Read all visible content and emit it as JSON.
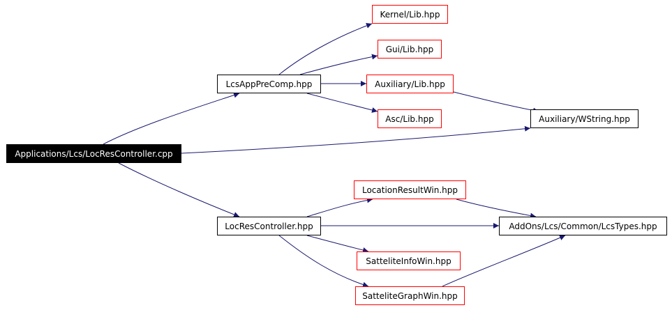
{
  "colors": {
    "edge": "#191970",
    "border_documented": "#000000",
    "border_undocumented": "#ff0000",
    "root_fill": "#000000",
    "root_text": "#ffffff"
  },
  "nodes": {
    "root": "Applications/Lcs/LocResController.cpp",
    "lcs_app_pre_comp": "LcsAppPreComp.hpp",
    "kernel_lib": "Kernel/Lib.hpp",
    "gui_lib": "Gui/Lib.hpp",
    "auxiliary_lib": "Auxiliary/Lib.hpp",
    "asc_lib": "Asc/Lib.hpp",
    "auxiliary_wstring": "Auxiliary/WString.hpp",
    "loc_res_controller": "LocResController.hpp",
    "location_result_win": "LocationResultWin.hpp",
    "lcs_types": "AddOns/Lcs/Common/LcsTypes.hpp",
    "sattelite_info_win": "SatteliteInfoWin.hpp",
    "sattelite_graph_win": "SatteliteGraphWin.hpp"
  },
  "edges": [
    [
      "root",
      "lcs_app_pre_comp"
    ],
    [
      "root",
      "auxiliary_wstring"
    ],
    [
      "root",
      "loc_res_controller"
    ],
    [
      "lcs_app_pre_comp",
      "kernel_lib"
    ],
    [
      "lcs_app_pre_comp",
      "gui_lib"
    ],
    [
      "lcs_app_pre_comp",
      "auxiliary_lib"
    ],
    [
      "lcs_app_pre_comp",
      "asc_lib"
    ],
    [
      "auxiliary_lib",
      "auxiliary_wstring"
    ],
    [
      "loc_res_controller",
      "location_result_win"
    ],
    [
      "loc_res_controller",
      "lcs_types"
    ],
    [
      "loc_res_controller",
      "sattelite_info_win"
    ],
    [
      "loc_res_controller",
      "sattelite_graph_win"
    ],
    [
      "location_result_win",
      "lcs_types"
    ],
    [
      "sattelite_graph_win",
      "lcs_types"
    ]
  ]
}
